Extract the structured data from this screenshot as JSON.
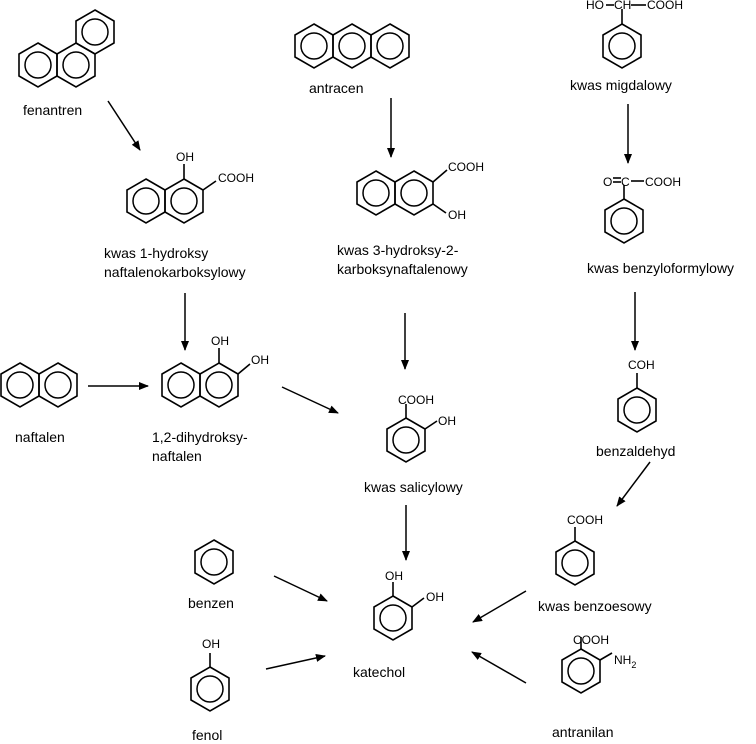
{
  "compounds": {
    "fenantren": "fenantren",
    "antracen": "antracen",
    "kwas_migdalowy": "kwas migdalowy",
    "kwas_1_hydroksy_line1": "kwas 1-hydroksy",
    "kwas_1_hydroksy_line2": "naftalenokarboksylowy",
    "kwas_3_hydroksy_line1": "kwas 3-hydroksy-2-",
    "kwas_3_hydroksy_line2": "karboksynaftalenowy",
    "kwas_benzyloformylowy": "kwas benzyloformylowy",
    "naftalen": "naftalen",
    "dihydroksy_line1": "1,2-dihydroksy-",
    "dihydroksy_line2": "naftalen",
    "kwas_salicylowy": "kwas salicylowy",
    "benzaldehyd": "benzaldehyd",
    "benzen": "benzen",
    "fenol": "fenol",
    "katechol": "katechol",
    "kwas_benzoesowy": "kwas benzoesowy",
    "antranilan": "antranilan"
  },
  "groups": {
    "oh": "OH",
    "cooh": "COOH",
    "coh": "COH",
    "nh": "NH",
    "nh_sub": "2",
    "mandelic_ho": "HO",
    "mandelic_ch": "CH",
    "o_atom": "O",
    "c_atom": "C"
  }
}
